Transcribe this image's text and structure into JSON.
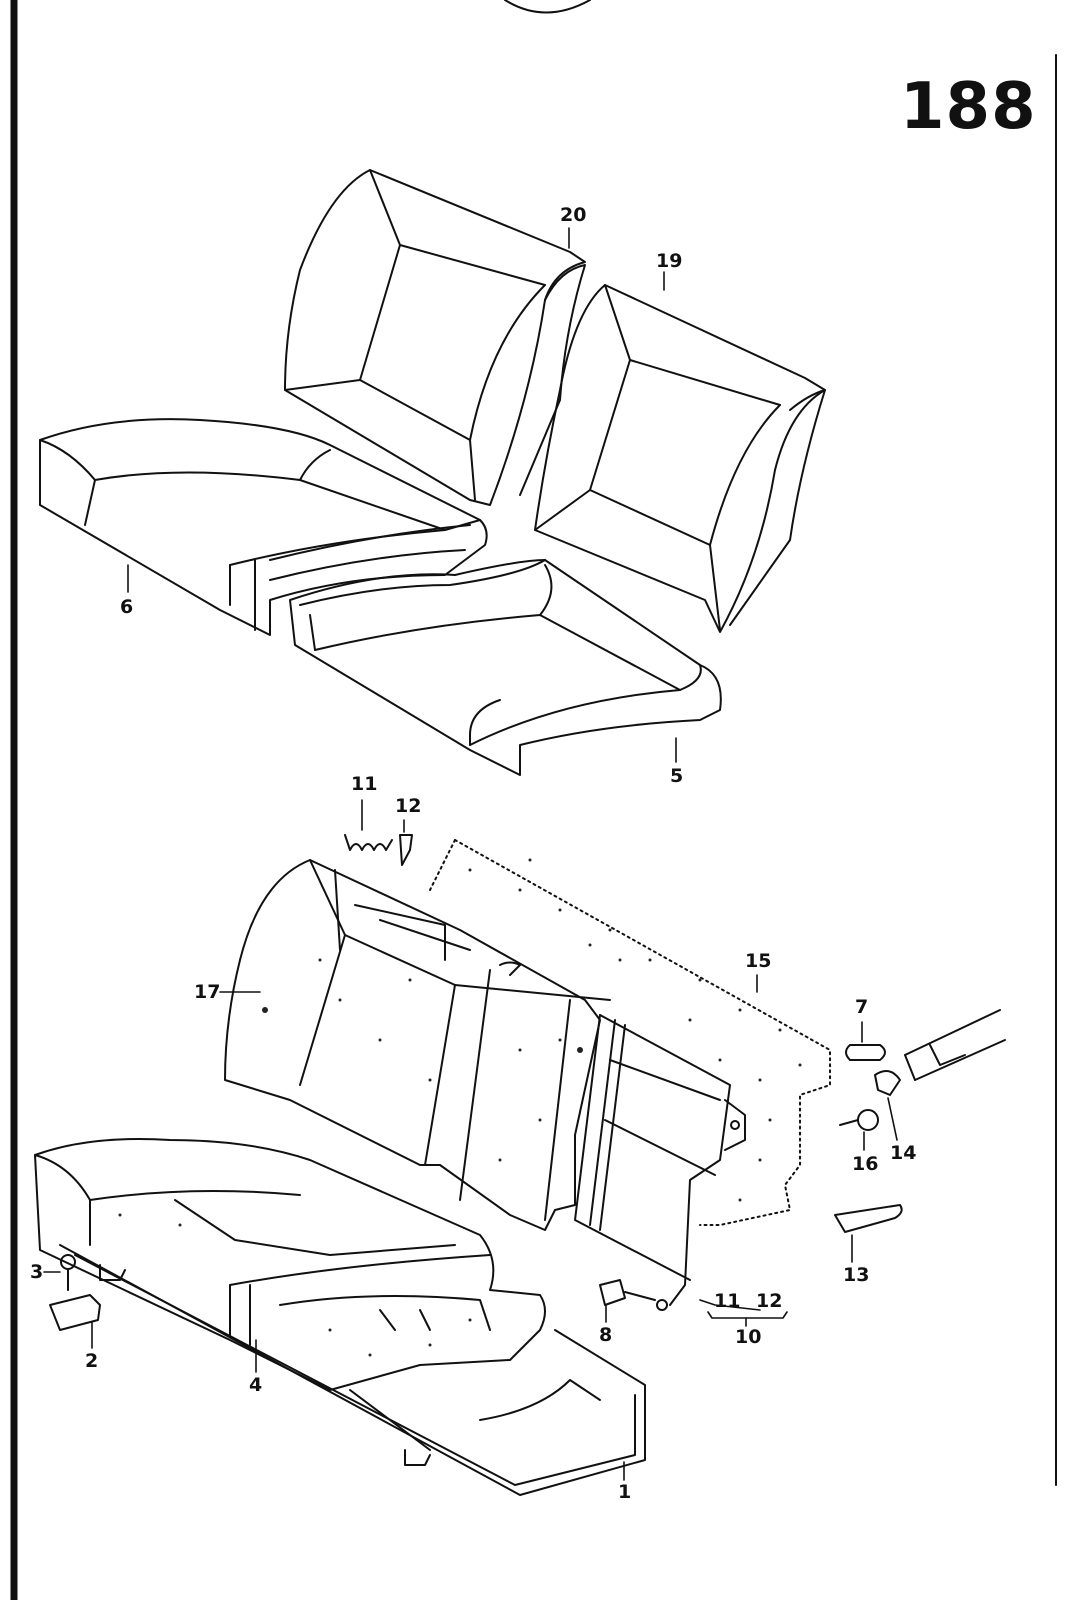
{
  "page_number": "188",
  "callouts": [
    {
      "id": "c20",
      "label": "20"
    },
    {
      "id": "c19",
      "label": "19"
    },
    {
      "id": "c6",
      "label": "6"
    },
    {
      "id": "c5",
      "label": "5"
    },
    {
      "id": "c11a",
      "label": "11"
    },
    {
      "id": "c12a",
      "label": "12"
    },
    {
      "id": "c17",
      "label": "17"
    },
    {
      "id": "c15",
      "label": "15"
    },
    {
      "id": "c7",
      "label": "7"
    },
    {
      "id": "c14",
      "label": "14"
    },
    {
      "id": "c16",
      "label": "16"
    },
    {
      "id": "c13",
      "label": "13"
    },
    {
      "id": "c3",
      "label": "3"
    },
    {
      "id": "c2",
      "label": "2"
    },
    {
      "id": "c4",
      "label": "4"
    },
    {
      "id": "c8",
      "label": "8"
    },
    {
      "id": "c11b",
      "label": "11"
    },
    {
      "id": "c12b",
      "label": "12"
    },
    {
      "id": "c10",
      "label": "10"
    },
    {
      "id": "c1",
      "label": "1"
    }
  ]
}
